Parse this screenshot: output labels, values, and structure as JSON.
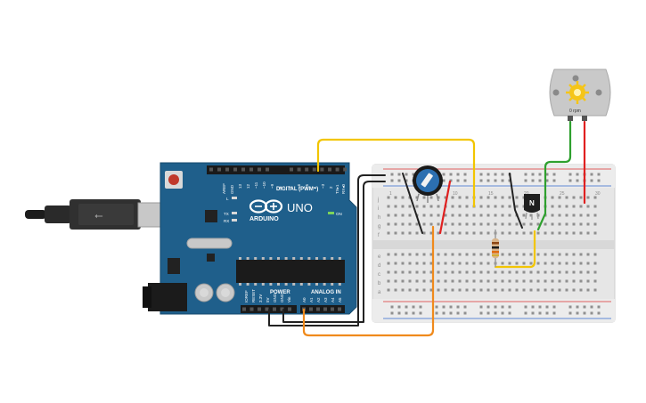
{
  "arduino": {
    "brand": "ARDUINO",
    "model": "UNO",
    "digital_label": "DIGITAL (PWM~)",
    "power_label": "POWER",
    "analog_label": "ANALOG IN",
    "on_label": "ON",
    "tx_label": "TX",
    "rx_label": "RX",
    "l_label": "L",
    "digital_pins": [
      "AREF",
      "GND",
      "13",
      "12",
      "~11",
      "~10",
      "~9",
      "8",
      "7",
      "~6",
      "~5",
      "4",
      "~3",
      "2",
      "TX▸1",
      "RX◂0"
    ],
    "power_pins": [
      "IOREF",
      "RESET",
      "3.3V",
      "5V",
      "GND",
      "GND",
      "Vin"
    ],
    "analog_pins": [
      "A0",
      "A1",
      "A2",
      "A3",
      "A4",
      "A5"
    ],
    "board_color": "#1f5f8b"
  },
  "breadboard": {
    "top_rows": [
      "j",
      "i",
      "h",
      "g",
      "f"
    ],
    "bottom_rows": [
      "e",
      "d",
      "c",
      "b",
      "a"
    ],
    "column_numbers": [
      "1",
      "5",
      "10",
      "15",
      "20",
      "25",
      "30"
    ]
  },
  "transistor": {
    "label": "N"
  },
  "motor": {
    "speed_label": "0 rpm"
  },
  "wires": {
    "yellow": "#f2c500",
    "red": "#e02020",
    "black": "#222222",
    "orange": "#f08a1c",
    "green": "#2ea02e"
  }
}
